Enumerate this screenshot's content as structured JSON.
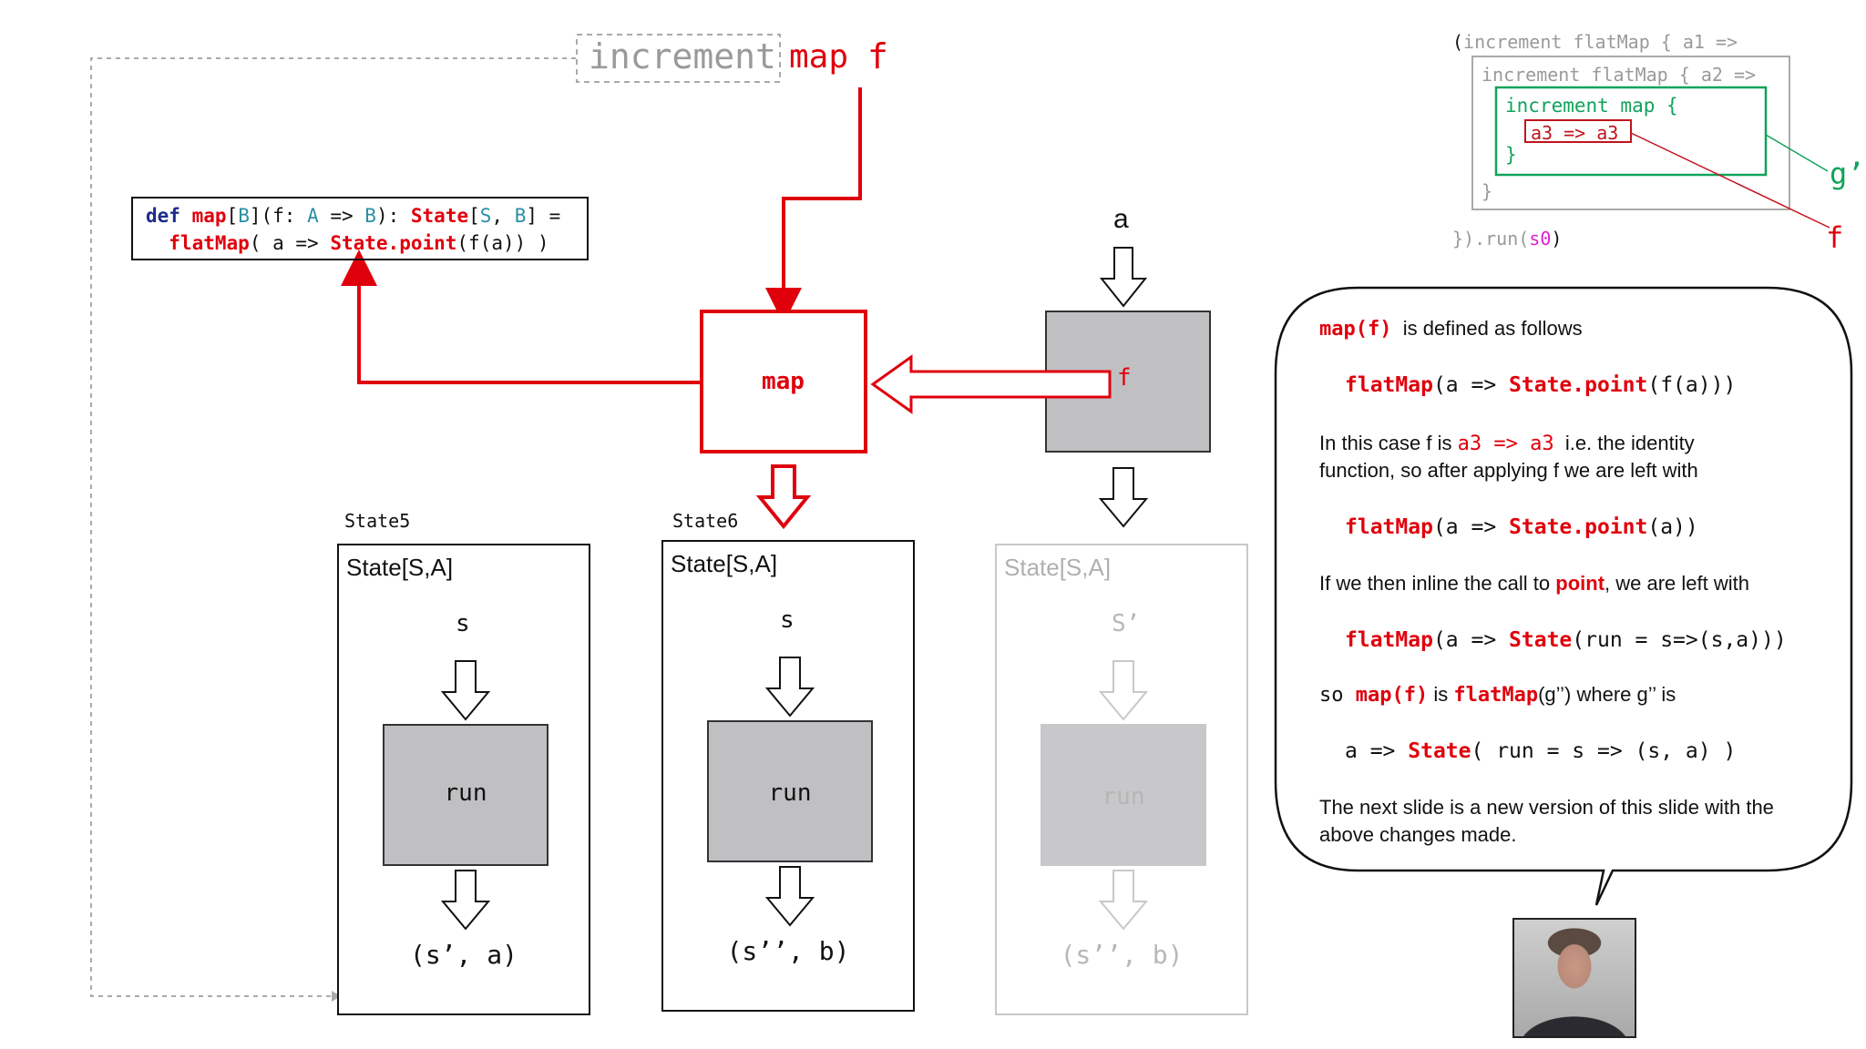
{
  "header": {
    "increment": "increment",
    "map": "map",
    "f": "f"
  },
  "def_code": {
    "line1": {
      "def": "def",
      "map": "map",
      "b1": "[",
      "B": "B",
      "b2": "](f: ",
      "A": "A",
      "arrow": " => ",
      "B2": "B",
      "b3": "): ",
      "State": "State",
      "b4": "[",
      "S": "S",
      "comma": ", ",
      "B3": "B",
      "b5": "] ="
    },
    "line2": {
      "flatMap": "flatMap",
      "p1": "( a => ",
      "State": "State",
      "point": ".point",
      "p2": "(f(a)) )"
    }
  },
  "diagram": {
    "map_box_label": "map",
    "a_label": "a",
    "f_label": "f",
    "states": [
      {
        "title": "State5",
        "inner_title": "State[S,A]",
        "input": "s",
        "run": "run",
        "output": "(s’, a)"
      },
      {
        "title": "State6",
        "inner_title": "State[S,A]",
        "input": "s",
        "run": "run",
        "output": "(s’’, b)"
      },
      {
        "title": "",
        "inner_title": "State[S,A]",
        "input": "S’",
        "run": "run",
        "output": "(s’’, b)"
      }
    ]
  },
  "top_right_code": {
    "line1_open": "(",
    "line1": "increment flatMap { a1 =>",
    "line2": "increment flatMap { a2 =>",
    "line3": "increment map {",
    "line4": "a3 => a3",
    "line5": "}",
    "line6": "}",
    "line7_a": "}).run(",
    "line7_s0": "s0",
    "line7_b": ")",
    "g_prime": "g’",
    "f": "f"
  },
  "bubble": {
    "l1_code": "map(f)",
    "l1_text": "  is defined as follows",
    "l2_flatMap": "flatMap",
    "l2_a": "(a => ",
    "l2_State": "State.point",
    "l2_b": "(f(a)))",
    "l3_a": "In this case f is ",
    "l3_code": "a3 => a3",
    "l3_b": "  i.e. the identity",
    "l4": "function, so after applying f we are left with",
    "l5_flatMap": "flatMap",
    "l5_a": "(a => ",
    "l5_State": "State.point",
    "l5_b": "(a))",
    "l6_a": "If we then inline the call to ",
    "l6_point": "point",
    "l6_b": ", we are left with",
    "l7_flatMap": "flatMap",
    "l7_a": "(a => ",
    "l7_State": "State",
    "l7_b": "(run = s=>(s,a)))",
    "l8_so": "so ",
    "l8_map": "map(f)",
    "l8_is": " is ",
    "l8_flatMap": "flatMap",
    "l8_g": "(g’’)",
    "l8_where": " where g’’ is",
    "l9_a": "a => ",
    "l9_State": "State",
    "l9_b": "( run = s => (s, a) )",
    "l10": "The next slide is a new version of this slide with the",
    "l11": "above changes made."
  }
}
